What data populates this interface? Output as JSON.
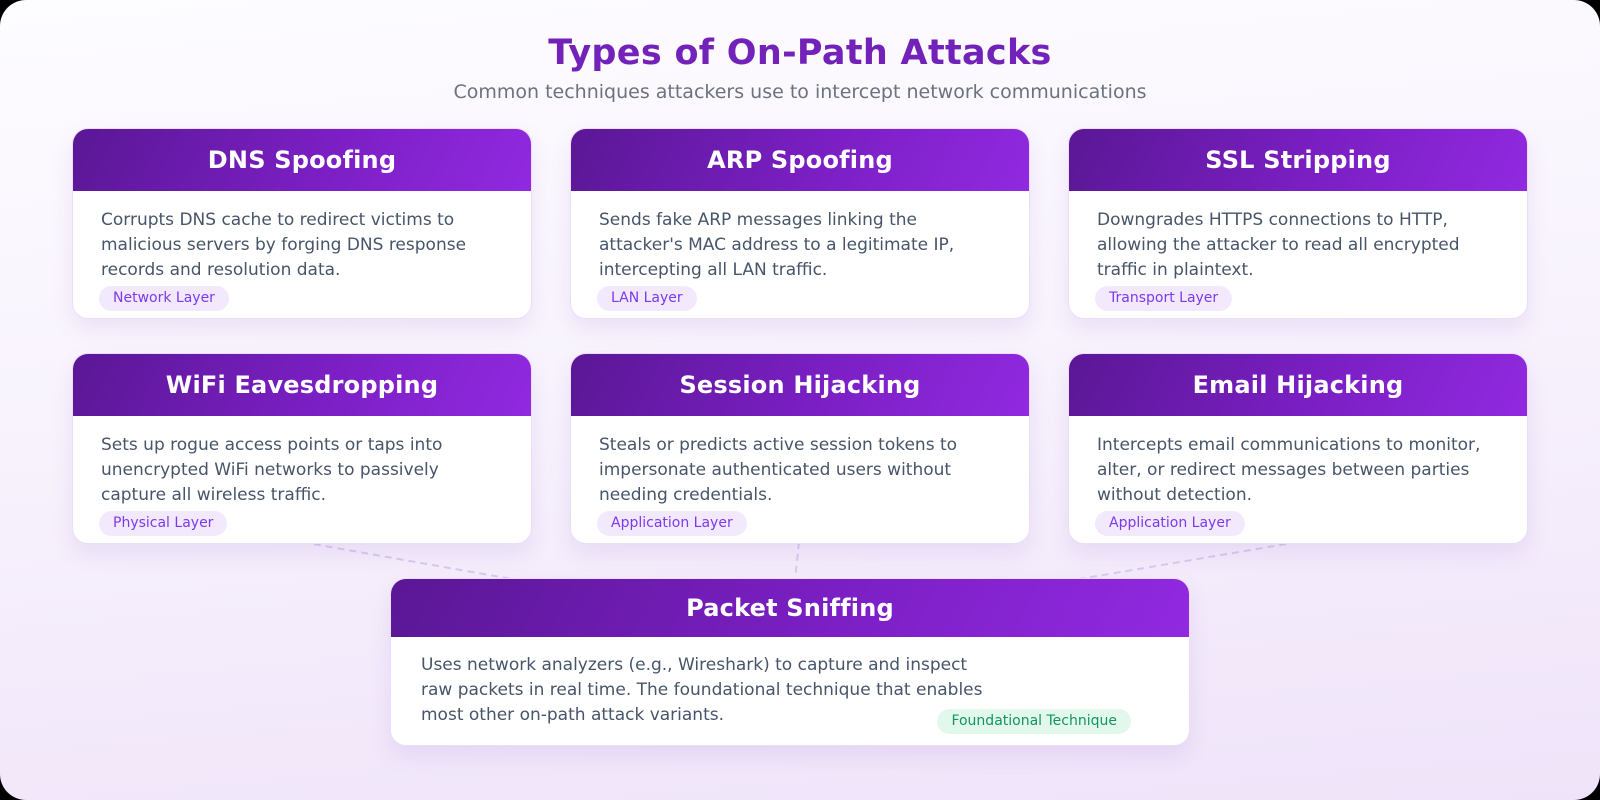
{
  "header": {
    "title": "Types of On-Path Attacks",
    "subtitle": "Common techniques attackers use to intercept network communications"
  },
  "cards": [
    {
      "title": "DNS Spoofing",
      "description": "Corrupts DNS cache to redirect victims to malicious servers by forging DNS response records and resolution data.",
      "badge": "Network Layer"
    },
    {
      "title": "ARP Spoofing",
      "description": "Sends fake ARP messages linking the attacker's MAC address to a legitimate IP, intercepting all LAN traffic.",
      "badge": "LAN Layer"
    },
    {
      "title": "SSL Stripping",
      "description": "Downgrades HTTPS connections to HTTP, allowing the attacker to read all encrypted traffic in plaintext.",
      "badge": "Transport Layer"
    },
    {
      "title": "WiFi Eavesdropping",
      "description": "Sets up rogue access points or taps into unencrypted WiFi networks to passively capture all wireless traffic.",
      "badge": "Physical Layer"
    },
    {
      "title": "Session Hijacking",
      "description": "Steals or predicts active session tokens to impersonate authenticated users without needing credentials.",
      "badge": "Application Layer"
    },
    {
      "title": "Email Hijacking",
      "description": "Intercepts email communications to monitor, alter, or redirect messages between parties without detection.",
      "badge": "Application Layer"
    }
  ],
  "foundation_card": {
    "title": "Packet Sniffing",
    "description": "Uses network analyzers (e.g., Wireshark) to capture and inspect raw packets in real time. The foundational technique that enables most other on-path attack variants.",
    "badge": "Foundational Technique"
  },
  "colors": {
    "title_text": "#7222b8",
    "subtitle_text": "#6b7280",
    "card_header_gradient_start": "#5a1795",
    "card_header_gradient_end": "#9129e0",
    "body_text": "#475569",
    "badge_purple_bg": "#f3e9fc",
    "badge_purple_text": "#7c3aed",
    "badge_green_bg": "#e2f8ec",
    "badge_green_text": "#149464",
    "connector_line": "#d9c9ee"
  }
}
